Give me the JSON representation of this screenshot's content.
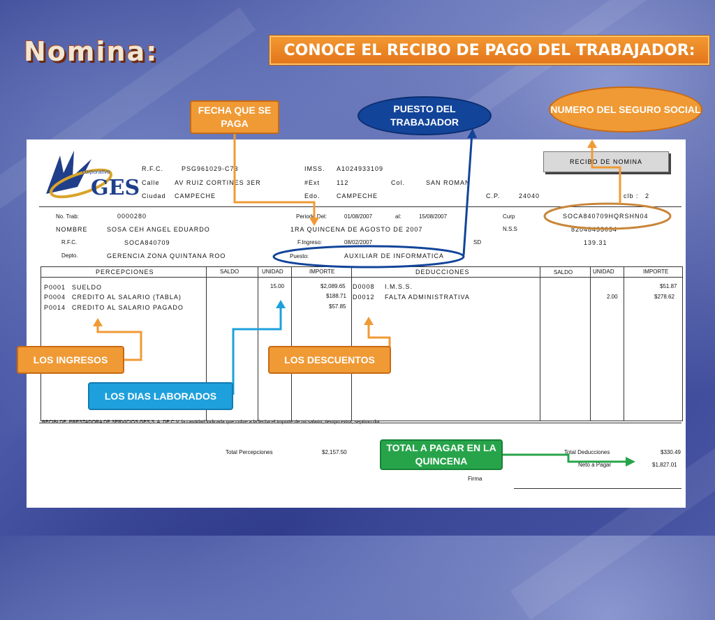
{
  "header": {
    "section_title": "Nomina:",
    "banner": "CONOCE EL RECIBO DE PAGO DEL TRABAJADOR:"
  },
  "callouts": {
    "fecha": "FECHA QUE SE PAGA",
    "puesto": "PUESTO DEL TRABAJADOR",
    "nss": "NUMERO DEL SEGURO SOCIAL",
    "ingresos": "LOS INGRESOS",
    "dias": "LOS DIAS LABORADOS",
    "descuentos": "LOS DESCUENTOS",
    "total": "TOTAL A PAGAR EN LA QUINCENA"
  },
  "colors": {
    "orange": "#f09a35",
    "navy": "#12449a",
    "cyan": "#1ea0dc",
    "green": "#27a44a"
  },
  "receipt": {
    "logo_small": "corporativo",
    "logo_big": "GES",
    "box_title": "RECIBO DE NOMINA",
    "company": {
      "rfc_label": "R.F.C.",
      "rfc": "PSG961029-C73",
      "imss_label": "IMSS.",
      "imss": "A1024933109",
      "calle_label": "Calle",
      "calle": "AV RUIZ CORTINES 3ER",
      "ext_label": "#Ext",
      "ext": "112",
      "col_label": "Col.",
      "col": "SAN ROMAN",
      "ciudad_label": "Ciudad",
      "ciudad": "CAMPECHE",
      "edo_label": "Edo.",
      "edo": "CAMPECHE",
      "cp_label": "C.P.",
      "cp": "24040",
      "clb_label": "clb :",
      "clb": "2"
    },
    "employee": {
      "trab_label": "No. Trab:",
      "trab": "0000280",
      "periodo_label": "Periodo Del:",
      "periodo_del": "01/08/2007",
      "al_label": "al:",
      "periodo_al": "15/08/2007",
      "curp_label": "Curp",
      "curp": "SOCA840709HQRSHN04",
      "nombre_label": "NOMBRE",
      "nombre": "SOSA CEH ANGEL EDUARDO",
      "quincena": "1RA QUINCENA DE AGOSTO DE 2007",
      "nss_label": "N.S.S",
      "nss": "82048433034",
      "rfc_label": "R.F.C.",
      "rfc": "SOCA840709",
      "ingreso_label": "F.Ingreso:",
      "ingreso": "08/02/2007",
      "sd_label": "SD",
      "sd": "139.31",
      "depto_label": "Depto.",
      "depto": "GERENCIA ZONA QUINTANA ROO",
      "puesto_label": "Puesto:",
      "puesto": "AUXILIAR DE INFORMATICA"
    },
    "table_headers": {
      "percepciones": "PERCEPCIONES",
      "saldo": "SALDO",
      "unidad": "UNIDAD",
      "importe": "IMPORTE",
      "deducciones": "DEDUCCIONES",
      "saldo2": "SALDO",
      "unidad2": "UNIDAD",
      "importe2": "IMPORTE"
    },
    "percepciones": [
      {
        "code": "P0001",
        "concept": "SUELDO",
        "unidad": "15.00",
        "importe": "$2,089.65"
      },
      {
        "code": "P0004",
        "concept": "CREDITO AL SALARIO (TABLA)",
        "unidad": "",
        "importe": "$188.71"
      },
      {
        "code": "P0014",
        "concept": "CREDITO AL SALARIO PAGADO",
        "unidad": "",
        "importe": "$57.85"
      }
    ],
    "deducciones": [
      {
        "code": "D0008",
        "concept": "I.M.S.S.",
        "unidad": "",
        "importe": "$51.87"
      },
      {
        "code": "D0012",
        "concept": "FALTA ADMINISTRATIVA",
        "unidad": "2.00",
        "importe": "$278.62"
      }
    ],
    "legal": "RECIBI DE: PRESTADORA DE SERVICIOS GES,S. A. DE C.V. la cantidad indicada que cubre a la fecha el importe de mi salario, tiempo extra, septimo dia",
    "total_percepciones_label": "Total Percepciones",
    "total_percepciones": "$2,157.50",
    "total_deducciones_label": "Total Deducciones",
    "total_deducciones": "$330.49",
    "neto_label": "Neto a Pagar",
    "neto": "$1,827.01",
    "firma_label": "Firma"
  }
}
